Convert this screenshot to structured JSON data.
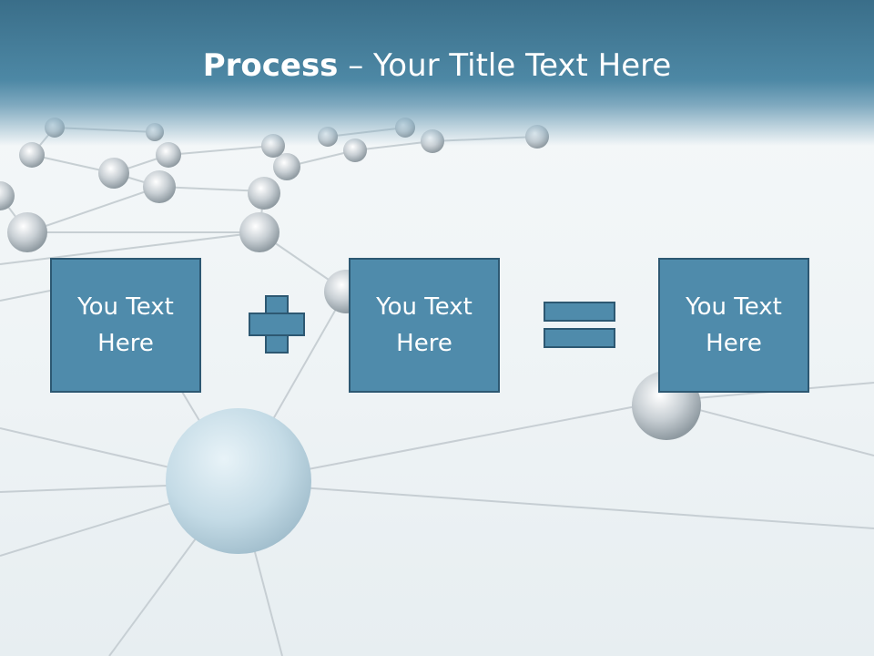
{
  "title": {
    "bold": "Process",
    "rest": " – Your Title Text Here"
  },
  "boxes": [
    {
      "text": "You Text Here"
    },
    {
      "text": "You Text Here"
    },
    {
      "text": "You Text Here"
    }
  ],
  "operators": [
    "plus-icon",
    "equals-icon"
  ],
  "colors": {
    "header": "#3a6e89",
    "box_fill": "#4f8bab",
    "box_border": "#2d5872",
    "text": "#ffffff"
  }
}
